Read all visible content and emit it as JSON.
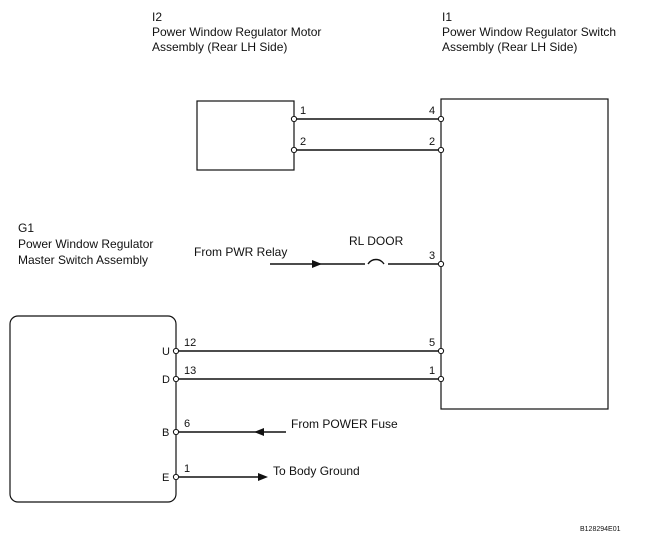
{
  "components": {
    "i2": {
      "code": "I2",
      "name_line1": "Power Window Regulator Motor",
      "name_line2": "Assembly (Rear LH Side)",
      "pins": [
        "1",
        "2"
      ]
    },
    "i1": {
      "code": "I1",
      "name_line1": "Power Window Regulator Switch",
      "name_line2": "Assembly (Rear LH Side)",
      "pins": [
        "4",
        "2",
        "3",
        "5",
        "1"
      ]
    },
    "g1": {
      "code": "G1",
      "name_line1": "Power Window Regulator",
      "name_line2": "Master Switch Assembly",
      "terminals": [
        "U",
        "D",
        "B",
        "E"
      ],
      "pins": [
        "12",
        "13",
        "6",
        "1"
      ]
    }
  },
  "labels": {
    "from_pwr_relay": "From PWR Relay",
    "rl_door": "RL DOOR",
    "from_power_fuse": "From POWER Fuse",
    "to_body_ground": "To Body Ground",
    "figure_code": "B128294E01"
  }
}
